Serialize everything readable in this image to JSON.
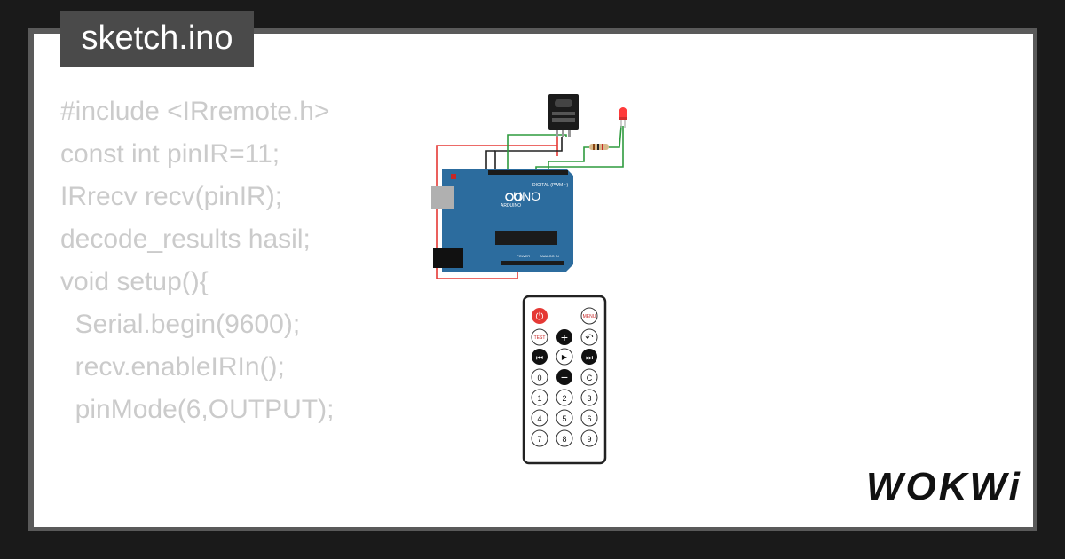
{
  "title": "sketch.ino",
  "code_lines": [
    "#include <IRremote.h>",
    "",
    "",
    "const int pinIR=11;",
    "IRrecv recv(pinIR);",
    "decode_results hasil;",
    "",
    "void setup(){",
    "  Serial.begin(9600);",
    "  recv.enableIRIn();",
    "  pinMode(6,OUTPUT);"
  ],
  "board": {
    "name": "UNO",
    "brand": "ARDUINO",
    "digital_label": "DIGITAL (PWM ~)",
    "power_label": "POWER",
    "analog_label": "ANALOG IN"
  },
  "remote": {
    "power": "⏻",
    "menu": "MENU",
    "test": "TEST",
    "plus": "+",
    "back": "↶",
    "prev": "⏮",
    "play": "▶",
    "next": "⏭",
    "zero": "0",
    "minus": "−",
    "clear": "C",
    "digits": [
      "1",
      "2",
      "3",
      "4",
      "5",
      "6",
      "7",
      "8",
      "9"
    ]
  },
  "logo": "WOKWi",
  "colors": {
    "wire_red": "#e53935",
    "wire_green": "#2e9b3e",
    "wire_black": "#222222",
    "board": "#2c6c9e",
    "led": "#ff3b3b"
  }
}
